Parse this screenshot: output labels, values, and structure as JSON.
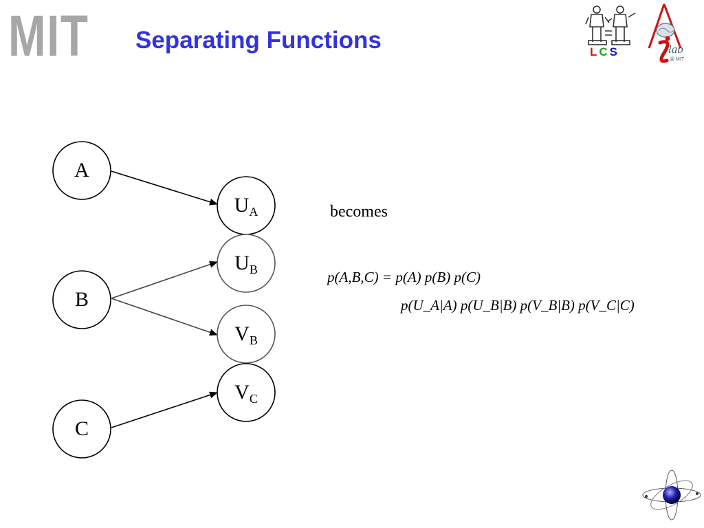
{
  "header": {
    "logo_text": "MIT",
    "title": "Separating Functions",
    "lab_logo": {
      "l": "L",
      "c": "C",
      "s": "S",
      "colors": [
        "#dd1111",
        "#11aa11",
        "#1111cc"
      ]
    },
    "ilab_logo": {
      "name": "lab",
      "sub": "@ MIT"
    }
  },
  "diagram": {
    "nodes": [
      {
        "id": "A",
        "label": "A",
        "sub": ""
      },
      {
        "id": "B",
        "label": "B",
        "sub": ""
      },
      {
        "id": "C",
        "label": "C",
        "sub": ""
      },
      {
        "id": "UA",
        "label": "U",
        "sub": "A"
      },
      {
        "id": "UB",
        "label": "U",
        "sub": "B"
      },
      {
        "id": "VB",
        "label": "V",
        "sub": "B"
      },
      {
        "id": "VC",
        "label": "V",
        "sub": "C"
      }
    ],
    "edges": [
      {
        "from": "A",
        "to": "UA"
      },
      {
        "from": "B",
        "to": "UB"
      },
      {
        "from": "B",
        "to": "VB"
      },
      {
        "from": "C",
        "to": "VC"
      }
    ]
  },
  "text": {
    "becomes": "becomes",
    "equation_line1": "p(A,B,C) = p(A) p(B) p(C)",
    "equation_line2": "p(U_A|A) p(U_B|B) p(V_B|B) p(V_C|C)"
  },
  "icons": [
    "statue-logo-icon",
    "ilab-brain-logo-icon",
    "atom-logo-icon"
  ]
}
